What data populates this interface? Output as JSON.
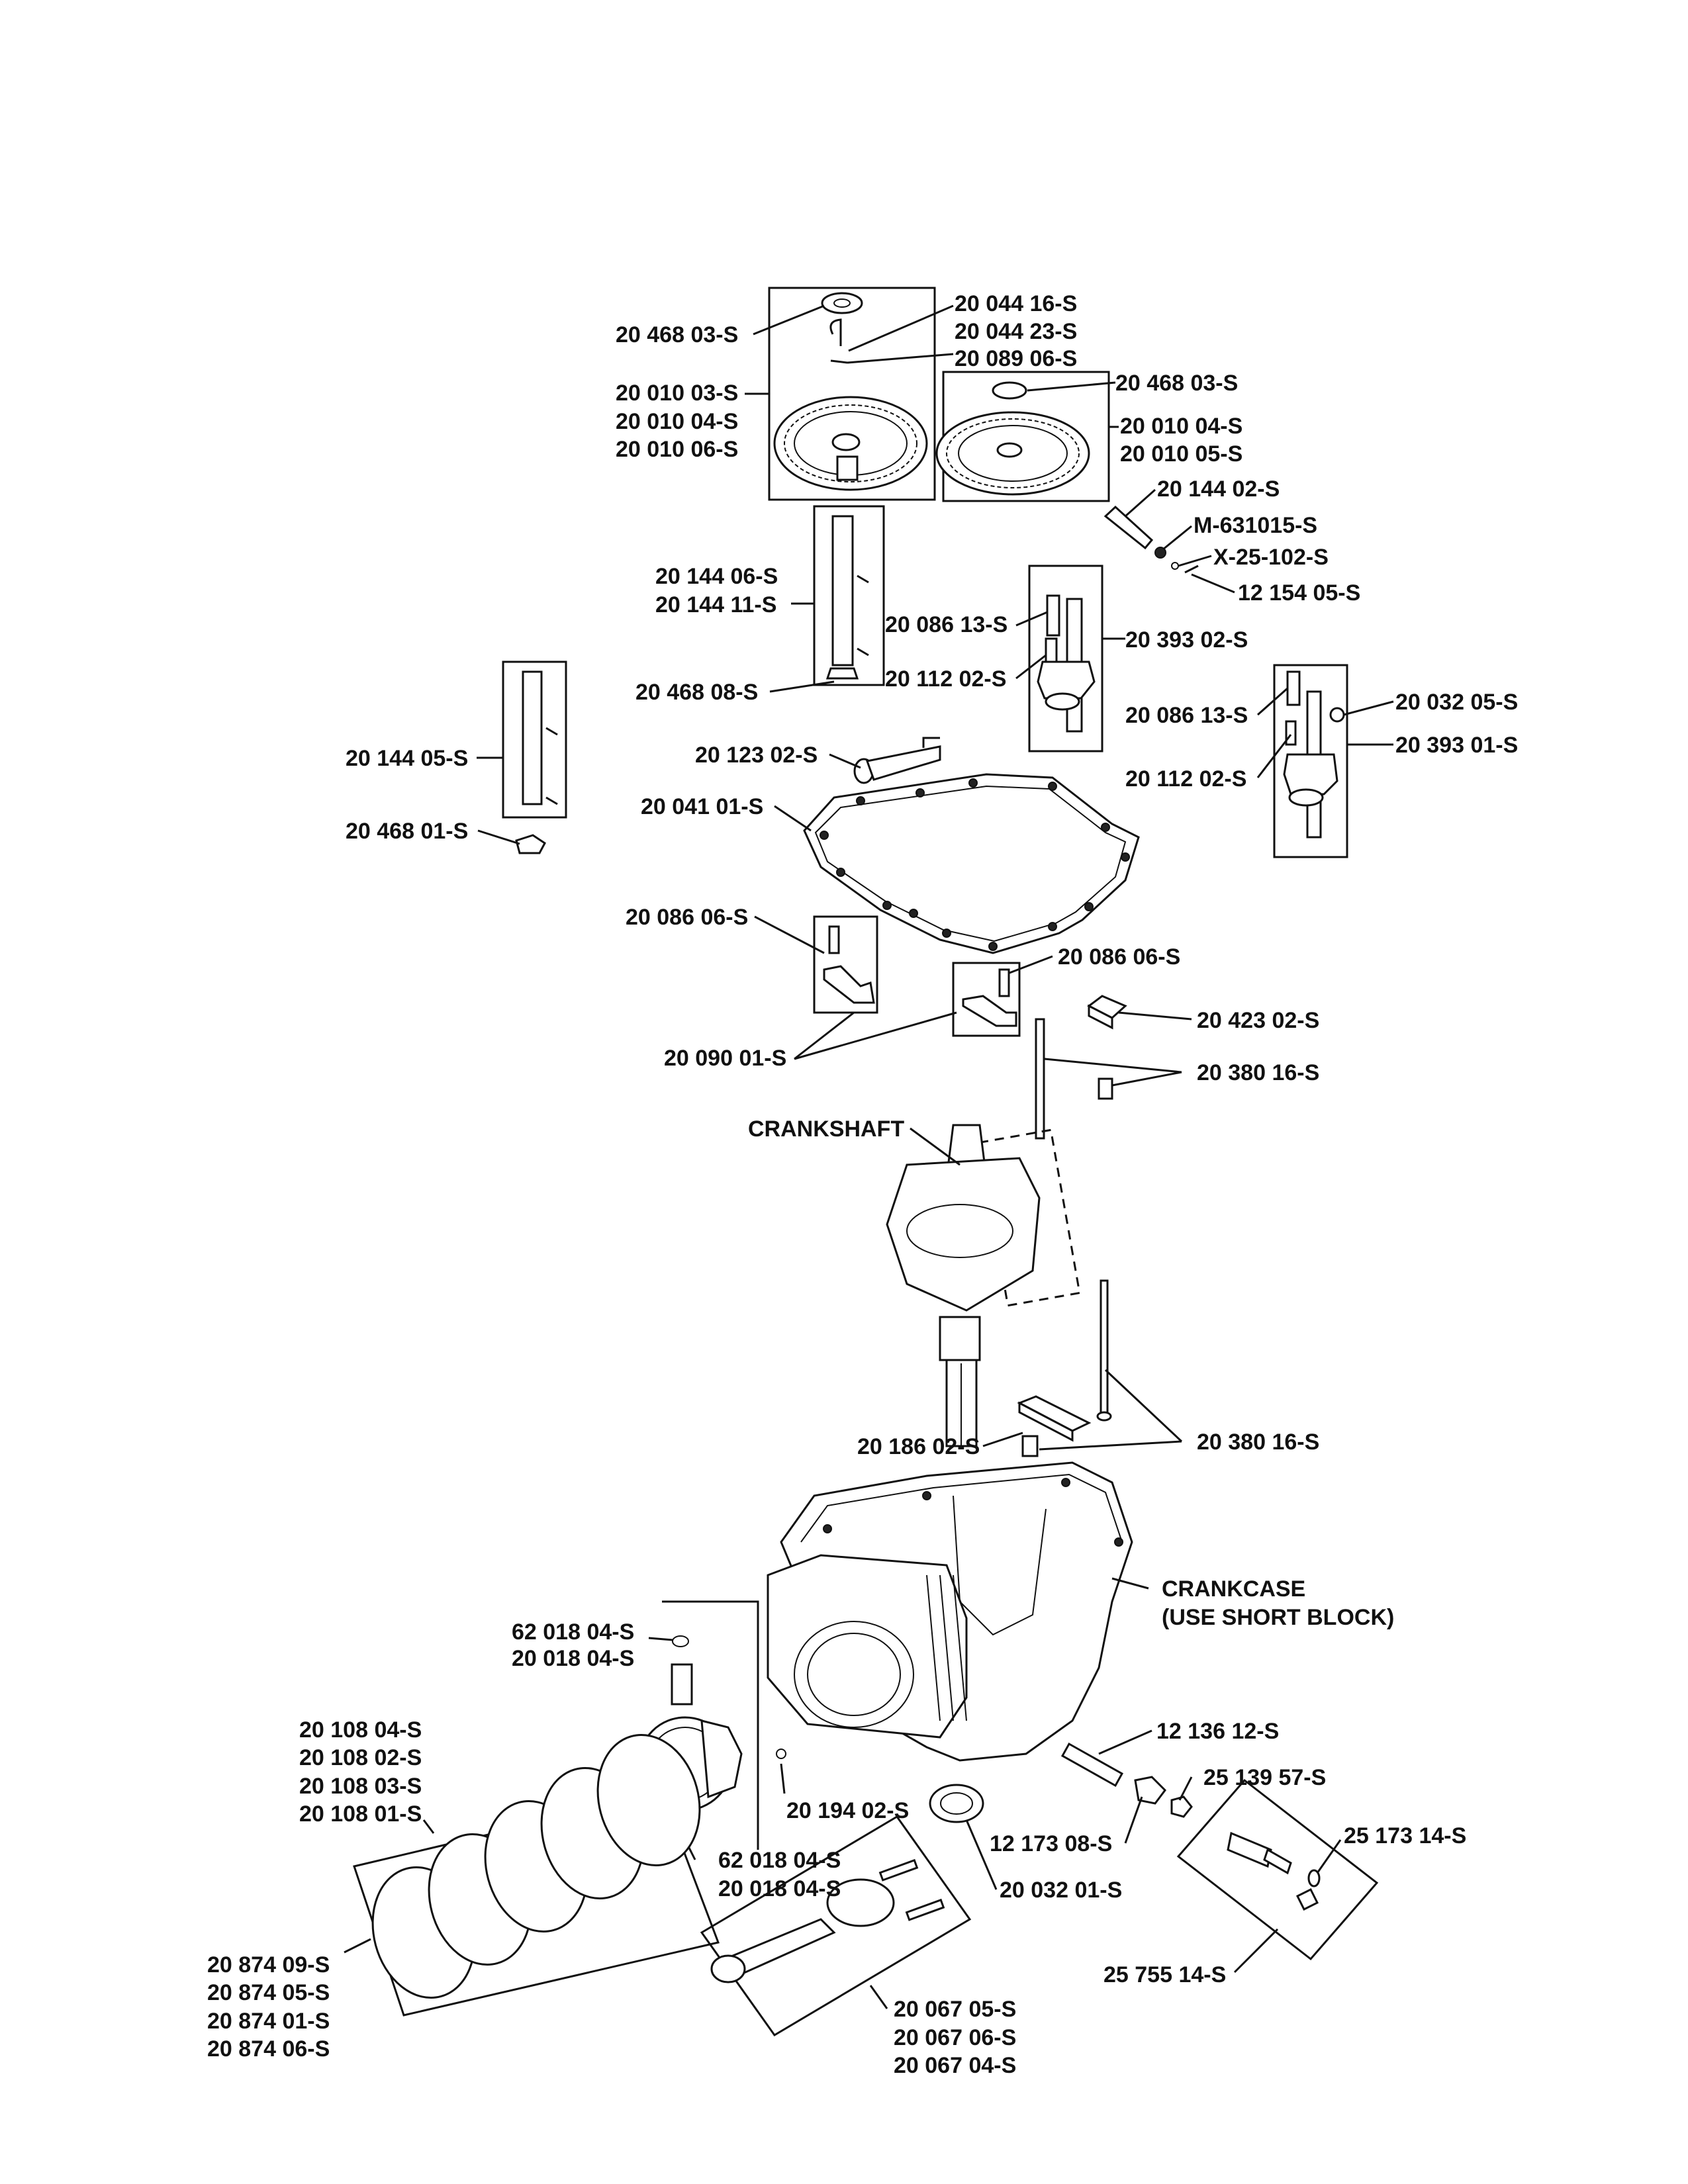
{
  "labels": {
    "washer_top_left": "20 468 03-S",
    "pin_top": "20 044 16-S",
    "pin_top_2": "20 044 23-S",
    "clip_top": "20 089 06-S",
    "gear_left_1": "20 010 03-S",
    "gear_left_2": "20 010 04-S",
    "gear_left_3": "20 010 06-S",
    "washer_top_right": "20 468 03-S",
    "gear_right_1": "20 010 04-S",
    "gear_right_2": "20 010 05-S",
    "lever_arm": "20 144 02-S",
    "m_part": "M-631015-S",
    "x_part": "X-25-102-S",
    "spring_clip": "12 154 05-S",
    "shaft_mid_1": "20 144 06-S",
    "shaft_mid_2": "20 144 11-S",
    "bolt_mid": "20 086 13-S",
    "governor_mid": "20 393 02-S",
    "pin_mid": "20 112 02-S",
    "washer_mid": "20 468 08-S",
    "nut_right": "20 032 05-S",
    "bolt_right": "20 086 13-S",
    "governor_right": "20 393 01-S",
    "shaft_left": "20 144 05-S",
    "breather_tube": "20 123 02-S",
    "pin_right": "20 112 02-S",
    "gasket": "20 041 01-S",
    "washer_left": "20 468 01-S",
    "bolt_cam_left": "20 086 06-S",
    "bolt_cam_right": "20 086 06-S",
    "spacer": "20 423 02-S",
    "cam_follower": "20 090 01-S",
    "stud_top": "20 380 16-S",
    "crankshaft": "CRANKSHAFT",
    "stud_bottom": "20 380 16-S",
    "bracket": "20 186 02-S",
    "crankcase_1": "CRANKCASE",
    "crankcase_2": "(USE SHORT BLOCK)",
    "ring_clip_top_1": "62 018 04-S",
    "ring_clip_top_2": "20 018 04-S",
    "rings_1": "20 108 04-S",
    "rings_2": "20 108 02-S",
    "rings_3": "20 108 03-S",
    "rings_4": "20 108 01-S",
    "pipe": "12 136 12-S",
    "plug": "25 139 57-S",
    "dowel": "20 194 02-S",
    "coupling": "12 173 08-S",
    "drain_clip": "25 173 14-S",
    "ring_clip_bot_1": "62 018 04-S",
    "ring_clip_bot_2": "20 018 04-S",
    "seal": "20 032 01-S",
    "drain_valve": "25 755 14-S",
    "piston_rings_1": "20 874 09-S",
    "piston_rings_2": "20 874 05-S",
    "piston_rings_3": "20 874 01-S",
    "piston_rings_4": "20 874 06-S",
    "conrod_1": "20 067 05-S",
    "conrod_2": "20 067 06-S",
    "conrod_3": "20 067 04-S"
  }
}
